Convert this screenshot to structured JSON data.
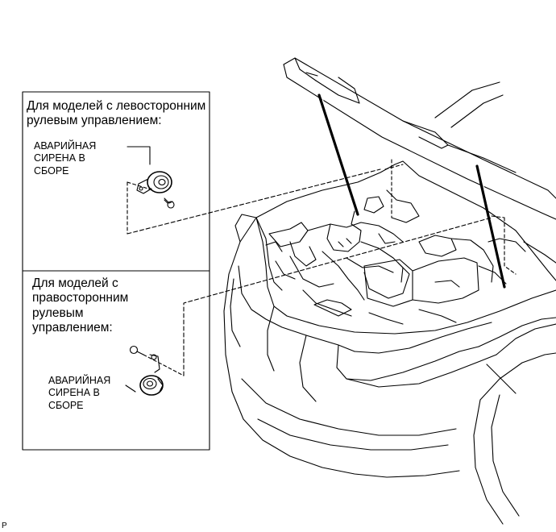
{
  "panel_lhd": {
    "heading": "Для моделей с левосторонним\nрулевым управлением:",
    "part_label": "АВАРИЙНАЯ\nСИРЕНА В\nСБОРЕ"
  },
  "panel_rhd": {
    "heading": "Для моделей с\nправосторонним\nрулевым\nуправлением:",
    "part_label": "АВАРИЙНАЯ\nСИРЕНА В\nСБОРЕ"
  },
  "figure_code": "P"
}
